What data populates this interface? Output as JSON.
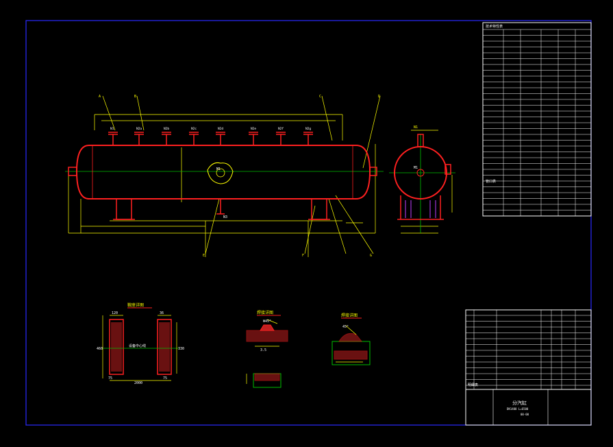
{
  "colors": {
    "background": "#000000",
    "border": "#2a2aff",
    "vessel": "#ff2020",
    "dimension": "#ffff00",
    "centerline": "#00c000",
    "table": "#ffffff",
    "flange_fill": "#c02020"
  },
  "main_view": {
    "nozzle_labels": [
      "N1",
      "N2a",
      "N2b",
      "N2c",
      "N2d",
      "N2e",
      "N2f",
      "N2g"
    ],
    "manhole_label": "M1",
    "bottom_nozzle_label": "N3",
    "balloon_labels": [
      "A",
      "B",
      "C",
      "D",
      "E",
      "F",
      "G"
    ]
  },
  "side_view": {
    "manhole_label": "M1",
    "top_nozzle_label": "N1"
  },
  "detail_saddle": {
    "title": "鞍座详图",
    "dims_top": [
      "120",
      "36"
    ],
    "dim_height": "460",
    "dim_right": "330",
    "dim_bottom": "2000",
    "dims_small": [
      "75",
      "75"
    ],
    "note": "设备中心线"
  },
  "detail_weld_1": {
    "title": "焊接详图",
    "dims": [
      "W45°",
      "3.5"
    ]
  },
  "detail_weld_2": {
    "title": "焊接详图",
    "dims": [
      "45°"
    ]
  },
  "tech_table_title": "技术特性表",
  "nozzle_table_title": "管口表",
  "parts_table_title": "明细表",
  "title_block": {
    "name": "分汽缸",
    "subtitle": "DN1400 L=6500",
    "drawing_no": "00-00"
  }
}
